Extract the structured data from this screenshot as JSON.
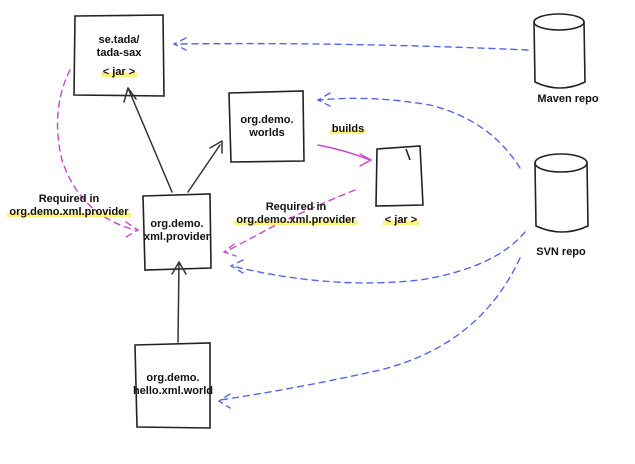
{
  "nodes": {
    "tada_sax": {
      "line1": "se.tada/",
      "line2": "tada-sax",
      "tag": "< jar >"
    },
    "worlds": {
      "line1": "org.demo.",
      "line2": "worlds"
    },
    "xml_provider": {
      "line1": "org.demo.",
      "line2": "xml.provider"
    },
    "hello_world": {
      "line1": "org.demo.",
      "line2": "hello.xml.world"
    },
    "jar": {
      "tag": "< jar >"
    },
    "maven_repo": {
      "label": "Maven repo"
    },
    "svn_repo": {
      "label": "SVN repo"
    }
  },
  "edge_labels": {
    "builds": "builds",
    "required_left_1": "Required in",
    "required_left_2": "org.demo.xml.provider",
    "required_mid_1": "Required in",
    "required_mid_2": "org.demo.xml.provider"
  },
  "colors": {
    "box_stroke": "#222222",
    "dependency_arrow": "#333333",
    "requirement_arrow": "#cc44cc",
    "repository_arrow": "#5566ee",
    "highlight": "#fff27a"
  }
}
